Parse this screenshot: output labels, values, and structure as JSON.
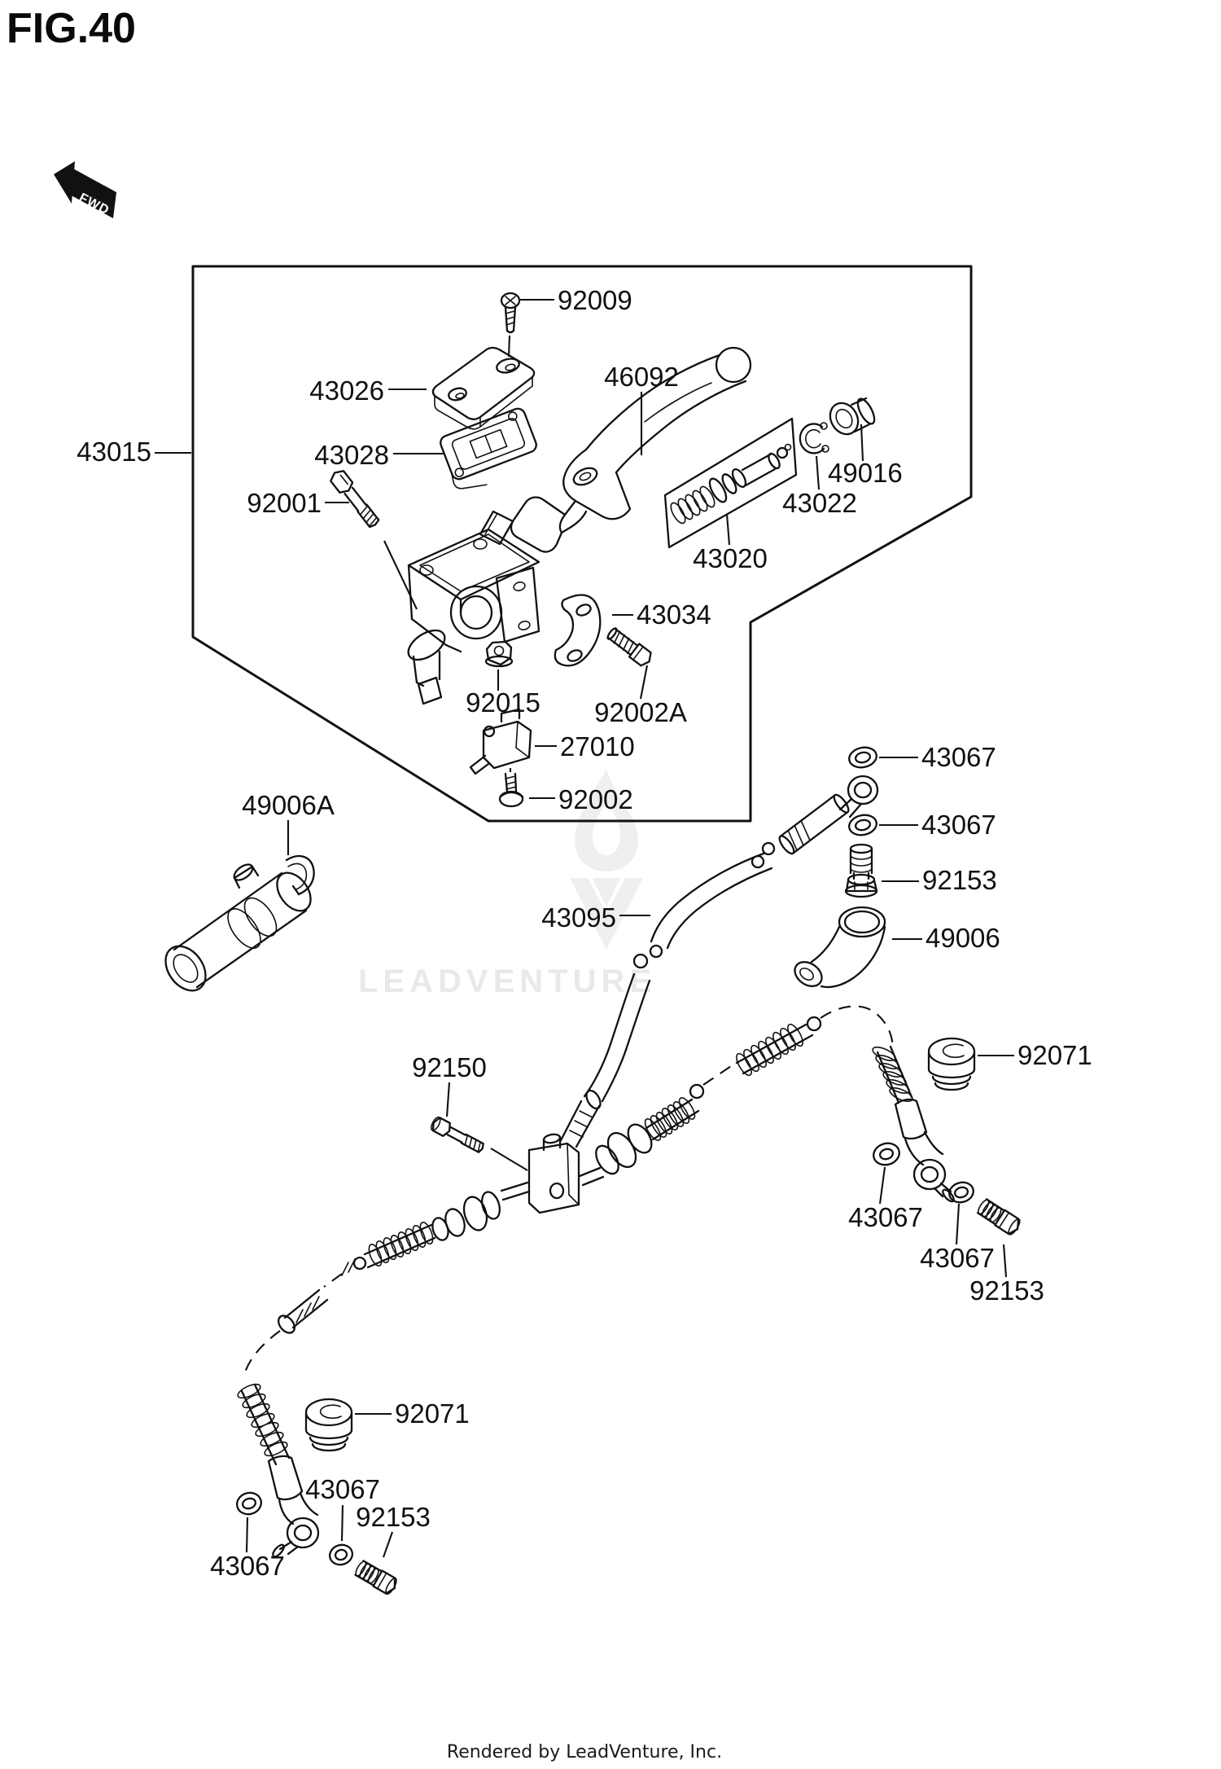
{
  "figure": {
    "title": "FIG.40",
    "direction_label": "FWD"
  },
  "watermark": {
    "text": "LEADVENTURE",
    "color": "#e9e9e9"
  },
  "footer": {
    "credit": "Rendered by LeadVenture, Inc."
  },
  "colors": {
    "ink": "#111111",
    "paper": "#ffffff",
    "watermark_text": "#e9e9e9",
    "watermark_logo": "#efefef"
  },
  "labels": [
    {
      "part_number": "43015"
    },
    {
      "part_number": "92009"
    },
    {
      "part_number": "43026"
    },
    {
      "part_number": "43028"
    },
    {
      "part_number": "92001"
    },
    {
      "part_number": "46092"
    },
    {
      "part_number": "49016"
    },
    {
      "part_number": "43022"
    },
    {
      "part_number": "43020"
    },
    {
      "part_number": "43034"
    },
    {
      "part_number": "92015"
    },
    {
      "part_number": "92002A"
    },
    {
      "part_number": "27010"
    },
    {
      "part_number": "92002"
    },
    {
      "part_number": "49006A"
    },
    {
      "part_number": "43067"
    },
    {
      "part_number": "43067"
    },
    {
      "part_number": "92153"
    },
    {
      "part_number": "49006"
    },
    {
      "part_number": "43095"
    },
    {
      "part_number": "92150"
    },
    {
      "part_number": "92071"
    },
    {
      "part_number": "43067"
    },
    {
      "part_number": "43067"
    },
    {
      "part_number": "92153"
    },
    {
      "part_number": "92071"
    },
    {
      "part_number": "43067"
    },
    {
      "part_number": "92153"
    },
    {
      "part_number": "43067"
    }
  ]
}
